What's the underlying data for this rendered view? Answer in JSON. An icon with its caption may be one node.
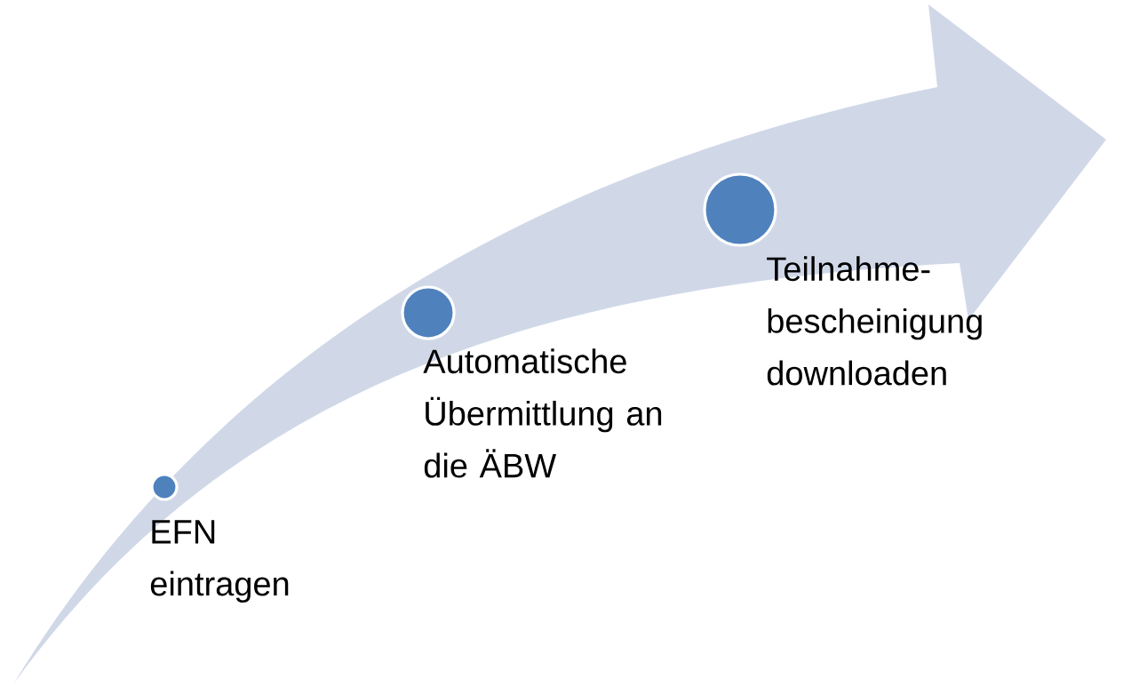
{
  "diagram": {
    "nodes": [
      {
        "text": [],
        "shape": "circle",
        "beside": [
          "EFN eintragen"
        ]
      },
      {
        "text": [],
        "shape": "circle",
        "beside": [
          "Automatische Übermittlung an die ÄBW"
        ]
      },
      {
        "text": [],
        "shape": "circle",
        "beside": [
          "Teilnahme- bescheinigung downloaden"
        ]
      }
    ]
  }
}
